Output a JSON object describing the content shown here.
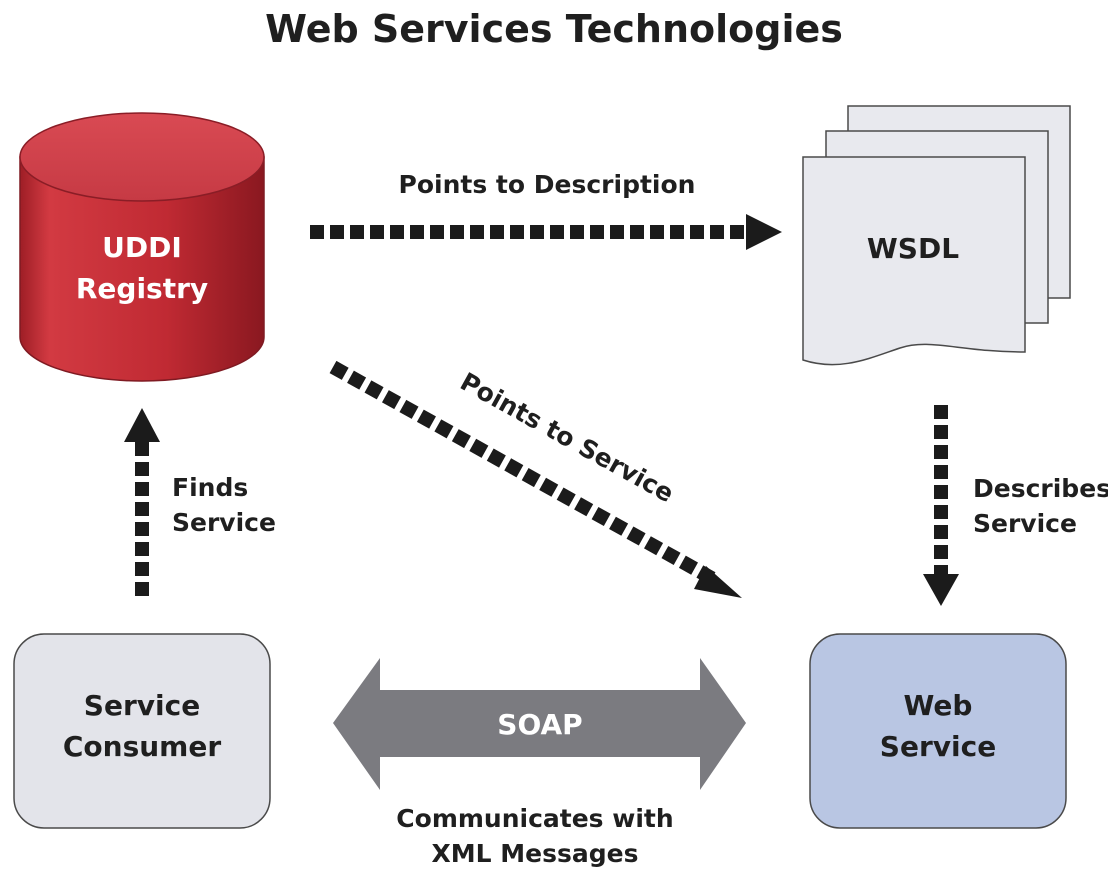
{
  "title": "Web Services Technologies",
  "nodes": {
    "uddi": {
      "line1": "UDDI",
      "line2": "Registry"
    },
    "wsdl": {
      "label": "WSDL"
    },
    "consumer": {
      "line1": "Service",
      "line2": "Consumer"
    },
    "webservice": {
      "line1": "Web",
      "line2": "Service"
    }
  },
  "edges": {
    "points_to_description": "Points to Description",
    "points_to_service": "Points to Service",
    "finds_service": {
      "line1": "Finds",
      "line2": "Service"
    },
    "describes_service": {
      "line1": "Describes",
      "line2": "Service"
    },
    "soap": {
      "label": "SOAP",
      "caption_line1": "Communicates with",
      "caption_line2": "XML Messages"
    }
  },
  "colors": {
    "uddi_red": "#c8303a",
    "consumer_fill": "#e3e4ea",
    "webservice_fill": "#b9c6e3",
    "wsdl_fill": "#e8e9ee",
    "soap_gray": "#7b7b80",
    "arrow_dark": "#1b1b1b"
  }
}
